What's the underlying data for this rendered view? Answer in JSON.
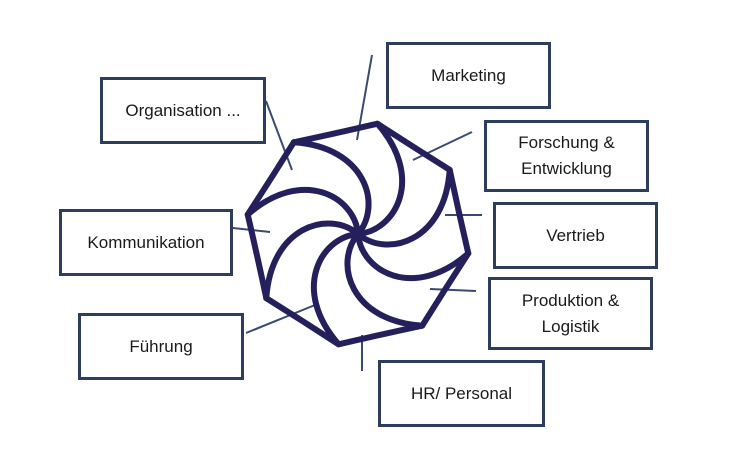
{
  "diagram": {
    "center_icon": "spiral-flower-icon",
    "colors": {
      "flower": "#251f5c",
      "box_border": "#2f3d5c",
      "connector": "#3a4a70"
    },
    "departments": [
      {
        "id": "marketing",
        "lines": [
          "Marketing"
        ]
      },
      {
        "id": "forschung",
        "lines": [
          "Forschung &",
          "Entwicklung"
        ]
      },
      {
        "id": "vertrieb",
        "lines": [
          "Vertrieb"
        ]
      },
      {
        "id": "produktion",
        "lines": [
          "Produktion &",
          "Logistik"
        ]
      },
      {
        "id": "hr",
        "lines": [
          "HR/ Personal"
        ]
      },
      {
        "id": "fuehrung",
        "lines": [
          "Führung"
        ]
      },
      {
        "id": "kommunikation",
        "lines": [
          "Kommunikation"
        ]
      },
      {
        "id": "organisation",
        "lines": [
          "Organisation ..."
        ]
      }
    ]
  }
}
